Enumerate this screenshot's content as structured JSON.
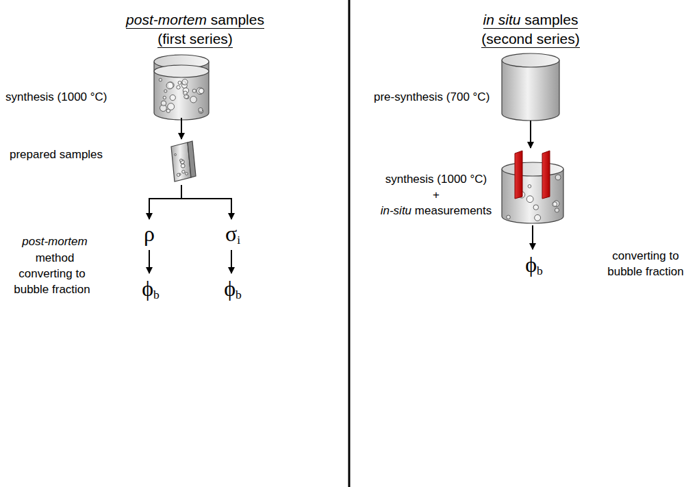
{
  "diagram": {
    "labels": [
      "post-mortem",
      "samples",
      "(first series)",
      "in situ",
      "samples",
      "(second series)",
      "synthesis (1000 °C)",
      "pre-synthesis (700 °C)",
      "prepared samples",
      "synthesis (1000 °C)",
      "+",
      "in-situ",
      "measurements",
      "post-mortem",
      "method",
      "ρ",
      "σ",
      "i",
      "converting to",
      "bubble fraction",
      "ϕ",
      "b",
      "ϕ",
      "b",
      "converting to",
      "bubble fraction",
      "ϕ",
      "b"
    ]
  }
}
